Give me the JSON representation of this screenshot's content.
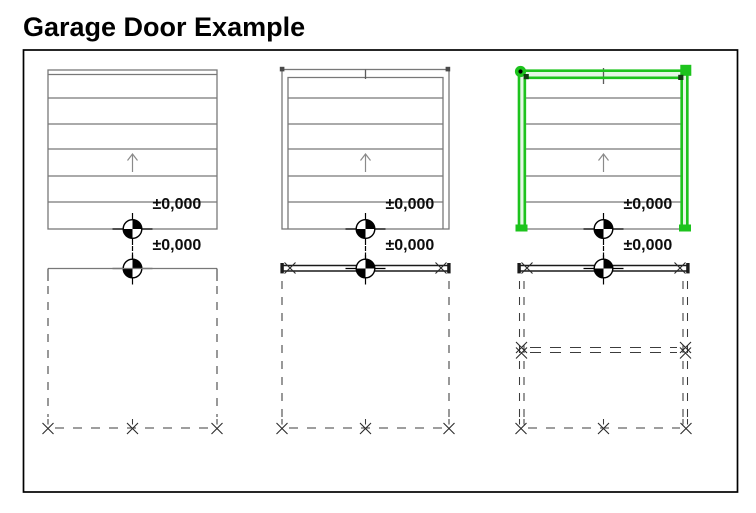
{
  "title": "Garage Door Example",
  "colors": {
    "selection_green": "#1dc31d",
    "selection_green_light": "#e4f7e4",
    "handle_dark_green": "#123b12",
    "drawing_gray": "#787878",
    "line_black": "#1a1a1a",
    "background": "#ffffff"
  },
  "drawings": [
    {
      "name": "garage-door-symbol-plain",
      "selected": false,
      "levels": {
        "header": "±0,000",
        "sill": "±0,000"
      }
    },
    {
      "name": "garage-door-symbol-with-frame",
      "selected": false,
      "levels": {
        "header": "±0,000",
        "sill": "±0,000"
      }
    },
    {
      "name": "garage-door-symbol-selected",
      "selected": true,
      "levels": {
        "header": "±0,000",
        "sill": "±0,000"
      }
    }
  ]
}
